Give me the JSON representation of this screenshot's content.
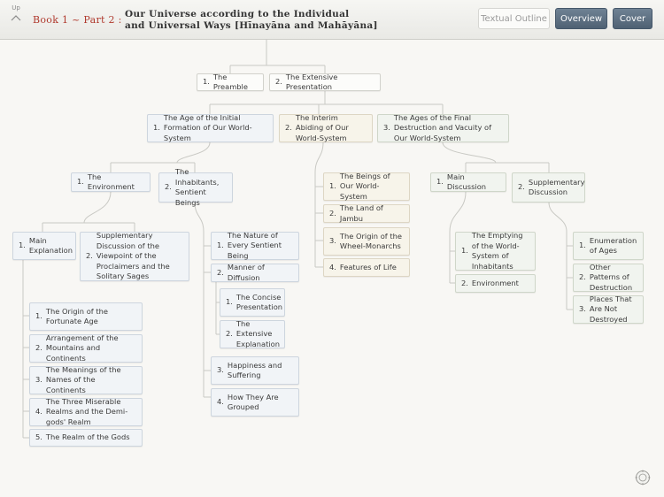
{
  "header": {
    "up_label": "Up",
    "book_label": "Book 1 ~ Part 2 :",
    "title_line1": "Our Universe according to the Individual",
    "title_line2": "and Universal Ways [Hīnayāna and Mahāyāna]",
    "buttons": {
      "textual_outline": "Textual Outline",
      "overview": "Overview",
      "cover": "Cover"
    }
  },
  "outline": {
    "preamble": {
      "num": "1.",
      "label": "The Preamble"
    },
    "extensive": {
      "num": "2.",
      "label": "The Extensive Presentation"
    },
    "age_initial": {
      "num": "1.",
      "label": "The Age of the Initial Formation of Our World-System"
    },
    "interim": {
      "num": "2.",
      "label": "The Interim Abiding of Our World-System"
    },
    "final_destruction": {
      "num": "3.",
      "label": "The Ages of the Final Destruction and Vacuity of Our World-System"
    },
    "environment": {
      "num": "1.",
      "label": "The Environment"
    },
    "inhabitants": {
      "num": "2.",
      "label": "The Inhabitants, Sentient Beings"
    },
    "main_explanation": {
      "num": "1.",
      "label": "Main Explanation"
    },
    "supp_discussion_viewpoint": {
      "num": "2.",
      "label": "Supplementary Discussion of the Viewpoint of the Proclaimers and the Solitary Sages"
    },
    "origin_fortunate": {
      "num": "1.",
      "label": "The Origin of the Fortunate Age"
    },
    "arrangement": {
      "num": "2.",
      "label": "Arrangement of the Mountains and Continents"
    },
    "meanings": {
      "num": "3.",
      "label": "The Meanings of the Names of the Continents"
    },
    "three_miserable": {
      "num": "4.",
      "label": "The Three Miserable Realms and the Demi-gods' Realm"
    },
    "realm_gods": {
      "num": "5.",
      "label": "The Realm of the Gods"
    },
    "nature_every": {
      "num": "1.",
      "label": "The Nature of Every Sentient Being"
    },
    "manner_diffusion": {
      "num": "2.",
      "label": "Manner of Diffusion"
    },
    "concise": {
      "num": "1.",
      "label": "The Concise Presentation"
    },
    "extensive_expl": {
      "num": "2.",
      "label": "The Extensive Explanation"
    },
    "happiness": {
      "num": "3.",
      "label": "Happiness and Suffering"
    },
    "grouped": {
      "num": "4.",
      "label": "How They Are Grouped"
    },
    "beings_world": {
      "num": "1.",
      "label": "The Beings of Our World-System"
    },
    "land_jambu": {
      "num": "2.",
      "label": "The Land of Jambu"
    },
    "origin_wheel": {
      "num": "3.",
      "label": "The Origin of the Wheel-Monarchs"
    },
    "features_life": {
      "num": "4.",
      "label": "Features of Life"
    },
    "main_discussion": {
      "num": "1.",
      "label": "Main Discussion"
    },
    "supp_discussion": {
      "num": "2.",
      "label": "Supplementary Discussion"
    },
    "emptying": {
      "num": "1.",
      "label": "The Emptying of the World-System of Inhabitants"
    },
    "environment2": {
      "num": "2.",
      "label": "Environment"
    },
    "enumeration": {
      "num": "1.",
      "label": "Enumeration of Ages"
    },
    "other_patterns": {
      "num": "2.",
      "label": "Other Patterns of Destruction"
    },
    "places_not": {
      "num": "3.",
      "label": "Places That Are Not Destroyed"
    }
  },
  "colors": {
    "accent_red": "#b03a2e",
    "button_slate": "#56687a",
    "node_blue": "#f1f4f7",
    "node_tan": "#f7f4ea",
    "node_green": "#f1f4ef"
  },
  "icons": {
    "up": "chevron-up-icon",
    "compass": "compass-icon"
  }
}
